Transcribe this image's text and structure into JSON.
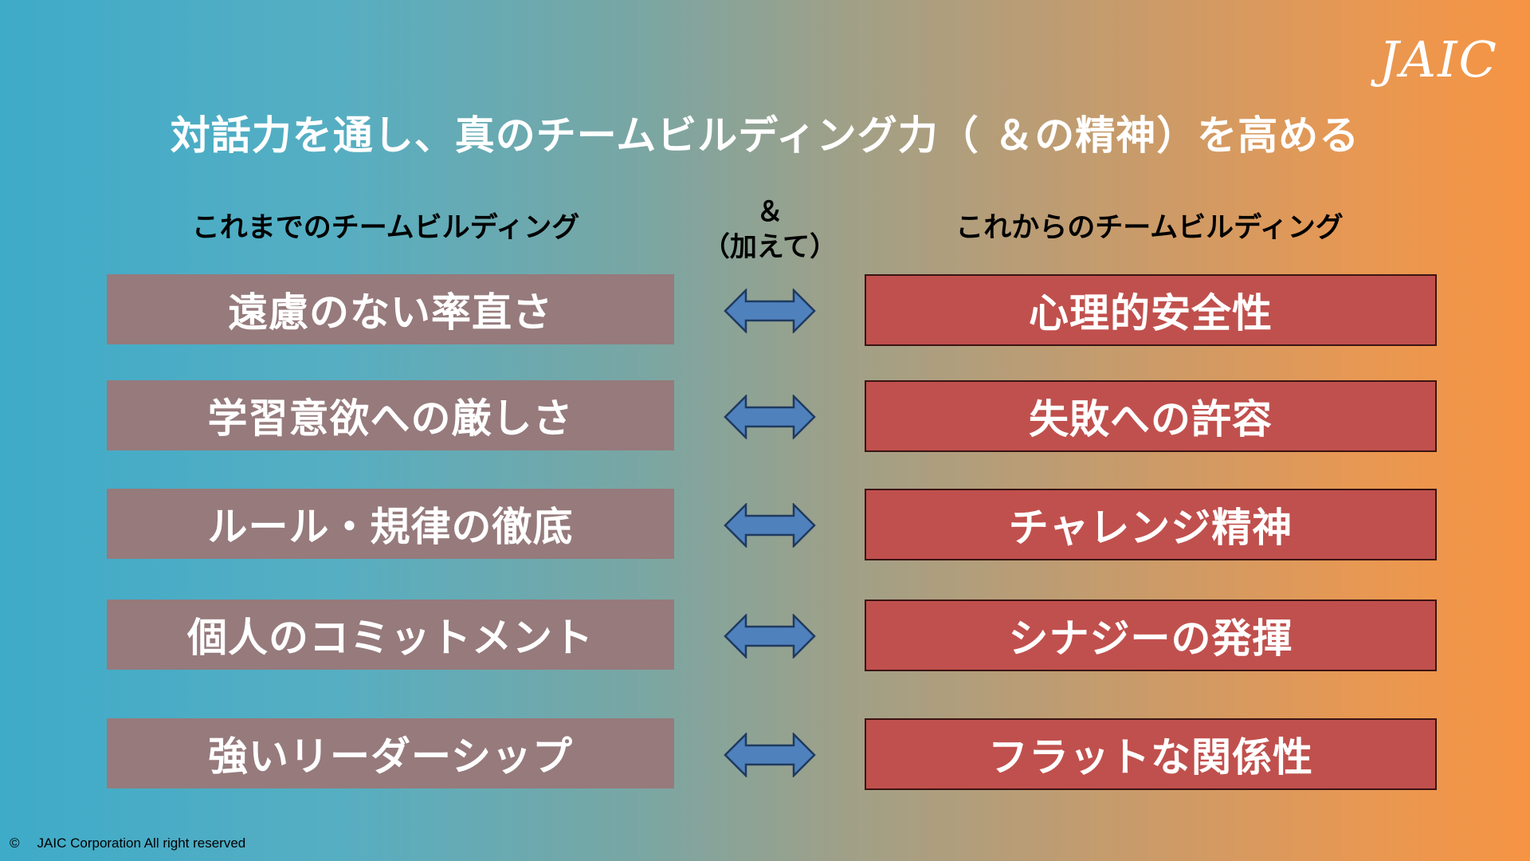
{
  "logo": "JAIC",
  "title": "対話力を通し、真のチームビルディング力（ ＆の精神）を高める",
  "headers": {
    "left": "これまでのチームビルディング",
    "middle_line1": "＆",
    "middle_line2": "（加えて）",
    "right": "これからのチームビルディング"
  },
  "rows": [
    {
      "left": "遠慮のない率直さ",
      "right": "心理的安全性"
    },
    {
      "left": "学習意欲への厳しさ",
      "right": "失敗への許容"
    },
    {
      "left": "ルール・規律の徹底",
      "right": "チャレンジ精神"
    },
    {
      "left": "個人のコミットメント",
      "right": "シナジーの発揮"
    },
    {
      "left": "強いリーダーシップ",
      "right": "フラットな関係性"
    }
  ],
  "footer": {
    "copyright_symbol": "©",
    "text": "JAIC Corporation All right reserved"
  },
  "colors": {
    "left_box": "#967a7c",
    "right_box": "#c0504d",
    "arrow_fill": "#4f81bd",
    "arrow_stroke": "#1f3a5f"
  },
  "icons": {
    "arrow": "double-headed-arrow"
  }
}
